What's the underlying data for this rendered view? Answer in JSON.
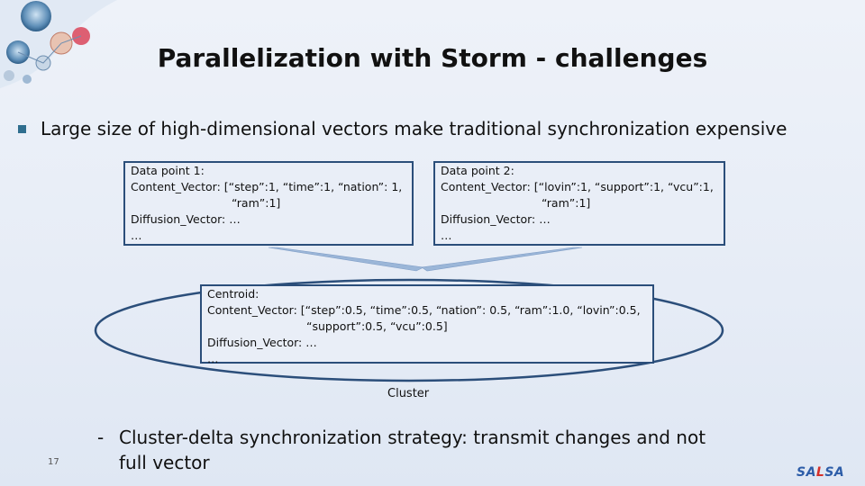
{
  "title": "Parallelization with Storm - challenges",
  "bullet": "Large size of high-dimensional vectors make traditional synchronization expensive",
  "data_point_1": {
    "heading": "Data point 1:",
    "content_line1": "Content_Vector: [“step”:1, “time”:1, “nation”: 1,",
    "content_line2": "“ram”:1]",
    "diffusion": "Diffusion_Vector: …",
    "ellipsis": "…"
  },
  "data_point_2": {
    "heading": "Data point 2:",
    "content_line1": "Content_Vector: [“lovin”:1, “support”:1, “vcu”:1,",
    "content_line2": "“ram”:1]",
    "diffusion": "Diffusion_Vector: …",
    "ellipsis": "…"
  },
  "centroid": {
    "heading": "Centroid:",
    "content_line1": "Content_Vector: [“step”:0.5, “time”:0.5, “nation”: 0.5, “ram”:1.0, “lovin”:0.5,",
    "content_line2": "“support”:0.5, “vcu”:0.5]",
    "diffusion": "Diffusion_Vector: …",
    "ellipsis": "…"
  },
  "cluster_label": "Cluster",
  "sub_bullet": {
    "dash": "-",
    "text": "Cluster-delta synchronization strategy: transmit changes and not full vector"
  },
  "page_number": "17",
  "brand": {
    "part1": "SA",
    "part2": "L",
    "part3": "SA"
  },
  "colors": {
    "box_border": "#2b4e7a",
    "bullet_mark": "#2f6e8f",
    "brand_blue": "#2d5da8",
    "brand_red": "#d5302a"
  },
  "icons": {
    "logo": "globe-network-logo"
  }
}
